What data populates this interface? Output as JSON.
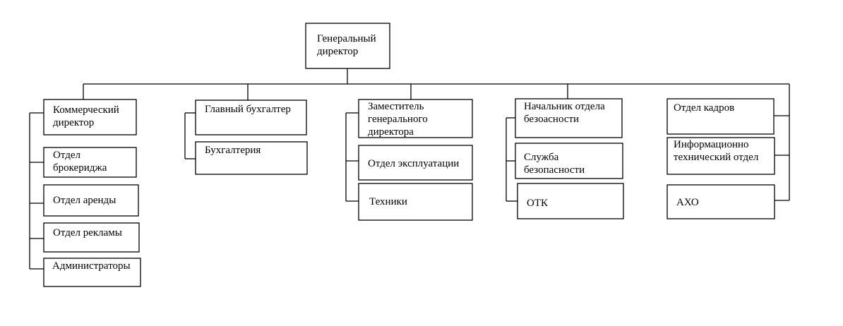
{
  "org_chart": {
    "root": {
      "id": "ceo",
      "lines": [
        "Генеральный",
        "директор"
      ]
    },
    "branches": [
      {
        "id": "commercial",
        "head": {
          "id": "commercial-director",
          "lines": [
            "Коммерческий",
            "директор"
          ]
        },
        "children": [
          {
            "id": "brokerage-dept",
            "lines": [
              "Отдел",
              "брокериджа"
            ]
          },
          {
            "id": "rent-dept",
            "lines": [
              "Отдел аренды"
            ]
          },
          {
            "id": "advertising-dept",
            "lines": [
              "Отдел рекламы"
            ]
          },
          {
            "id": "administrators",
            "lines": [
              "Администраторы"
            ]
          }
        ]
      },
      {
        "id": "accounting",
        "head": {
          "id": "chief-accountant",
          "lines": [
            "Главный бухгалтер"
          ]
        },
        "children": [
          {
            "id": "accounting-dept",
            "lines": [
              "Бухгалтерия"
            ]
          }
        ]
      },
      {
        "id": "deputy",
        "head": {
          "id": "deputy-director",
          "lines": [
            "Заместитель",
            "генерального",
            "директора"
          ]
        },
        "children": [
          {
            "id": "operations-dept",
            "lines": [
              "Отдел эксплуатации"
            ]
          },
          {
            "id": "technicians",
            "lines": [
              "Техники"
            ]
          }
        ]
      },
      {
        "id": "security",
        "head": {
          "id": "security-head",
          "lines": [
            "Начальник отдела",
            "безоасности"
          ]
        },
        "children": [
          {
            "id": "security-service",
            "lines": [
              "Служба",
              "безопасности"
            ]
          },
          {
            "id": "otk",
            "lines": [
              "ОТК"
            ]
          }
        ]
      },
      {
        "id": "hr-it",
        "head": null,
        "children": [
          {
            "id": "hr-dept",
            "lines": [
              "Отдел кадров"
            ]
          },
          {
            "id": "it-dept",
            "lines": [
              "Информационно",
              "технический отдел"
            ]
          },
          {
            "id": "aho",
            "lines": [
              "АХО"
            ]
          }
        ]
      }
    ]
  }
}
